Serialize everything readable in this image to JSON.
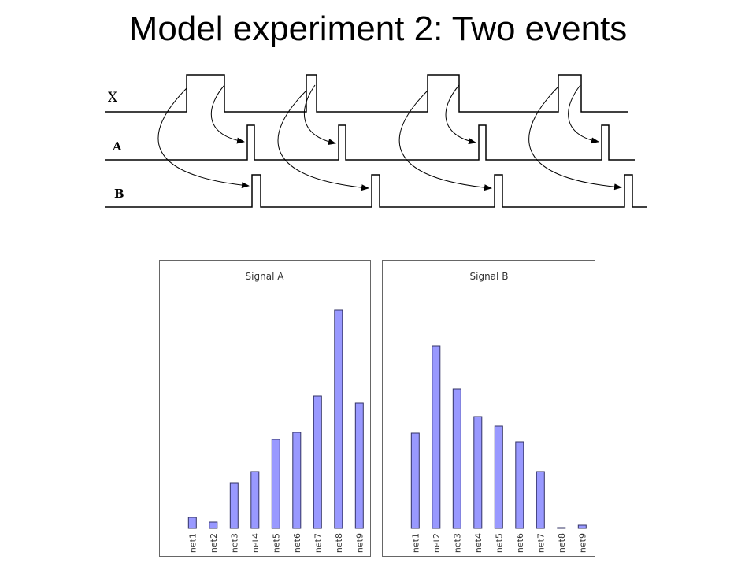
{
  "slide": {
    "title": "Model experiment 2: Two events"
  },
  "timing_diagram": {
    "row_labels": [
      "X",
      "A",
      "B"
    ]
  },
  "colors": {
    "bar_fill": "#9999ff",
    "bar_stroke": "#333366",
    "line": "#000000"
  },
  "chart_data": [
    {
      "type": "bar",
      "title": "Signal A",
      "categories": [
        "net1",
        "net2",
        "net3",
        "net4",
        "net5",
        "net6",
        "net7",
        "net8",
        "net9"
      ],
      "values": [
        14,
        8,
        58,
        72,
        113,
        122,
        168,
        277,
        159
      ],
      "ylim": [
        0,
        300
      ]
    },
    {
      "type": "bar",
      "title": "Signal B",
      "categories": [
        "net1",
        "net2",
        "net3",
        "net4",
        "net5",
        "net6",
        "net7",
        "net8",
        "net9"
      ],
      "values": [
        121,
        232,
        177,
        142,
        130,
        110,
        72,
        1,
        4
      ],
      "ylim": [
        0,
        300
      ]
    }
  ]
}
